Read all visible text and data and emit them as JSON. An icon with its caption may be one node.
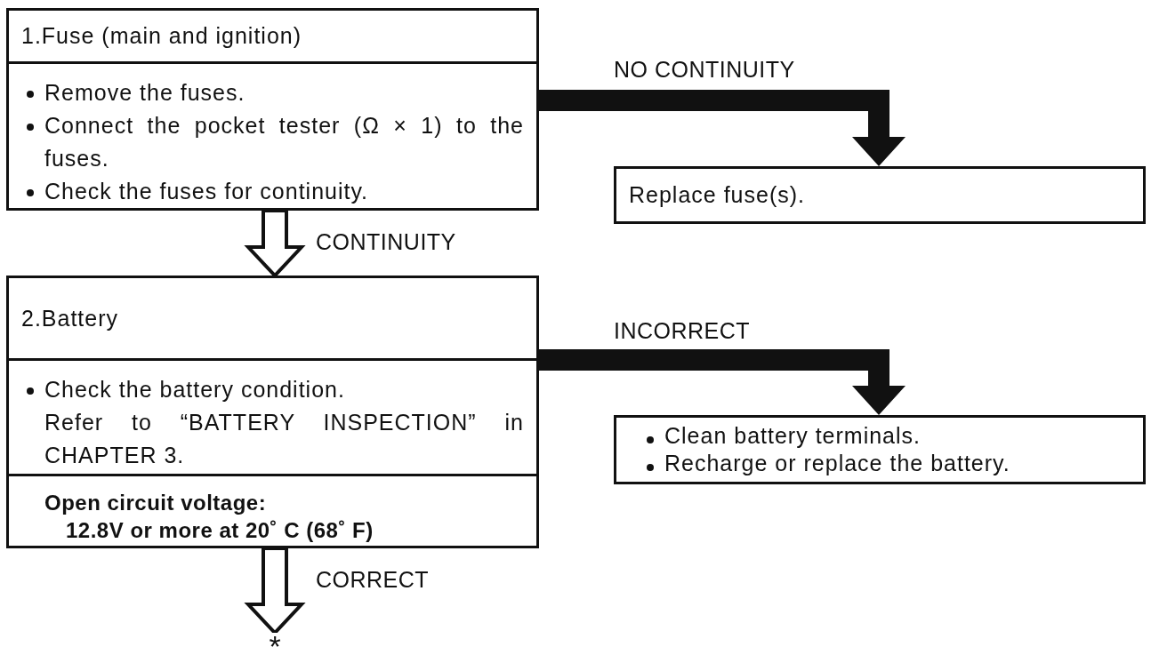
{
  "diagram": {
    "nodes": [
      {
        "text": [
          "1.Fuse (main and ignition)",
          "Remove the fuses.",
          "Connect the pocket tester (Ω × 1) to the fuses.",
          "Check the fuses for continuity."
        ]
      },
      {
        "text": [
          "Replace fuse(s)."
        ]
      },
      {
        "text": [
          "2.Battery",
          "Check the battery condition.",
          "Refer to “BATTERY INSPECTION” in CHAPTER 3.",
          "Open circuit voltage:",
          "12.8V or more at 20˚ C (68˚ F)"
        ]
      },
      {
        "text": [
          "Clean battery terminals.",
          "Recharge or replace the battery."
        ]
      },
      {
        "text": [
          "*"
        ]
      }
    ],
    "edges": [
      {
        "from": 0,
        "to": 1,
        "arrow": "to",
        "label": "NO CONTINUITY",
        "style": "thick"
      },
      {
        "from": 0,
        "to": 2,
        "arrow": "to",
        "label": "CONTINUITY"
      },
      {
        "from": 2,
        "to": 3,
        "arrow": "to",
        "label": "INCORRECT",
        "style": "thick"
      },
      {
        "from": 2,
        "to": 4,
        "arrow": "to",
        "label": "CORRECT"
      }
    ]
  }
}
